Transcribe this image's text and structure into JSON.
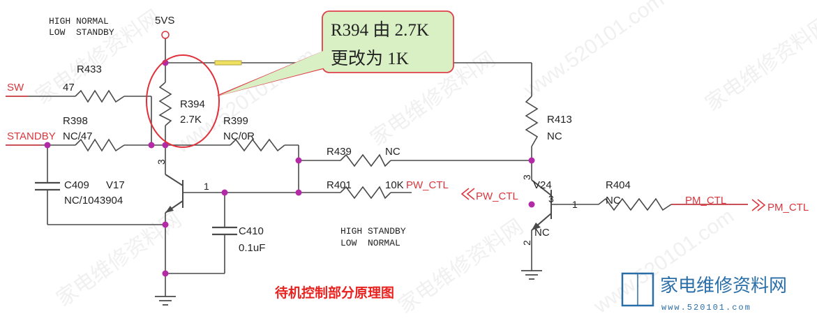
{
  "colors": {
    "wire": "#4a4a4a",
    "node": "#b32aa6",
    "signal": "#d9363e",
    "label": "#222222",
    "callout_fill": "#d8f0c4",
    "callout_border": "#e0404a",
    "ellipse": "#e0303a",
    "title": "#e8231f",
    "fuse": "#f0e060",
    "watermark_blue": "#2a6ea8",
    "watermark_red": "#e8231f"
  },
  "logic_note_top": {
    "line1": "HIGH NORMAL",
    "line2": "LOW  STANDBY"
  },
  "logic_note_bottom": {
    "line1": "HIGH STANDBY",
    "line2": "LOW  NORMAL"
  },
  "power": {
    "label": "5VS"
  },
  "callout": {
    "line1": "R394 由 2.7K",
    "line2": "更改为 1K"
  },
  "nets": {
    "sw": "SW",
    "standby": "STANDBY",
    "pw_ctl_in": "PW_CTL",
    "pw_ctl_port": "PW_CTL",
    "pm_ctl": "PM_CTL",
    "pm_ctl_port": "PM_CTL"
  },
  "components": {
    "r433": {
      "ref": "R433",
      "value": "47"
    },
    "r398": {
      "ref": "R398",
      "value": "NC/47"
    },
    "r394": {
      "ref": "R394",
      "value": "2.7K"
    },
    "r399": {
      "ref": "R399",
      "value": "NC/0R"
    },
    "r413": {
      "ref": "R413",
      "value": "NC"
    },
    "r439": {
      "ref": "R439",
      "value": "NC"
    },
    "r401": {
      "ref": "R401",
      "value": "10K"
    },
    "r404": {
      "ref": "R404",
      "value": "NC"
    },
    "c409": {
      "ref": "C409",
      "value": "NC/1043904"
    },
    "v17": {
      "ref": "V17"
    },
    "c410": {
      "ref": "C410",
      "value": "0.1uF"
    },
    "v24": {
      "ref": "V24",
      "value": "NC"
    }
  },
  "pins": {
    "v17_collector": "3",
    "v17_base": "1",
    "v24_collector": "3",
    "v24_base": "1",
    "v24_base_alt": "3",
    "v24_emitter": "2"
  },
  "title": "待机控制部分原理图",
  "logo": {
    "name": "家电维修资料网",
    "url": "www.520101.com"
  }
}
